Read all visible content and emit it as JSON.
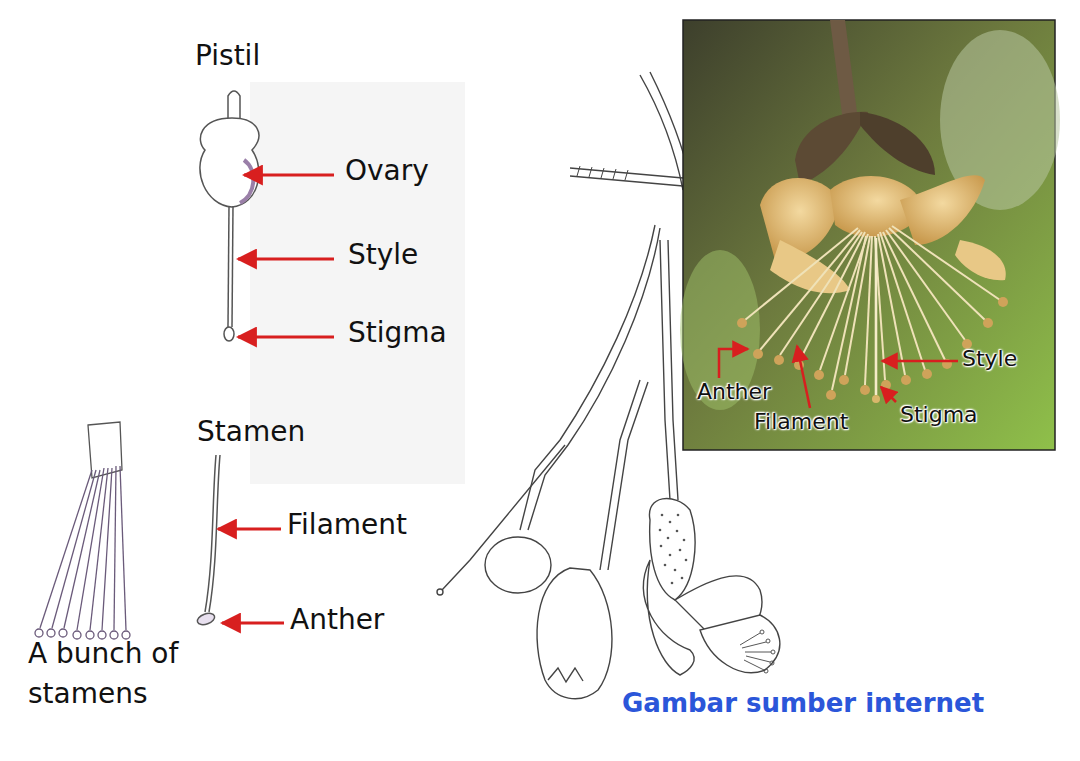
{
  "diagram": {
    "labels": [
      "Pistil",
      "Ovary",
      "Style",
      "Stigma",
      "Stamen",
      "Filament",
      "Anther",
      "A bunch of stamens",
      "Style",
      "Anther",
      "Filament",
      "Stigma",
      "Gambar sumber internet"
    ]
  }
}
